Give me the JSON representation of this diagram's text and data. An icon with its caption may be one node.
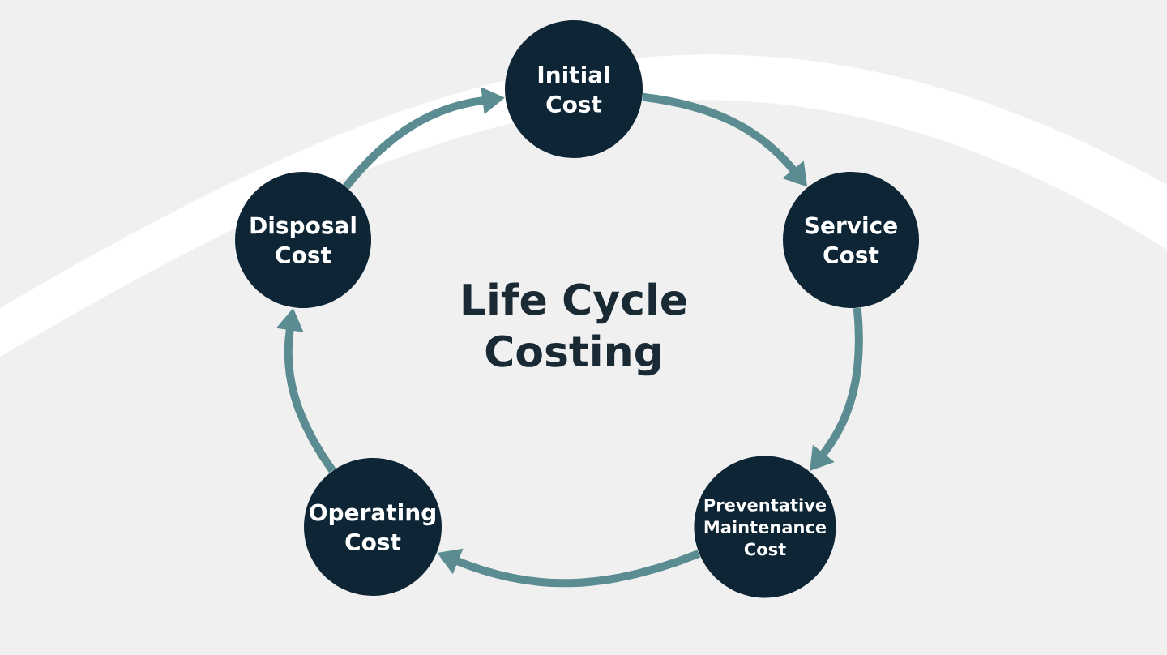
{
  "diagram": {
    "title": "Life Cycle Costing",
    "nodes": [
      {
        "text": [
          "Initial Cost"
        ]
      },
      {
        "text": [
          "Service Cost"
        ]
      },
      {
        "text": [
          "Preventative Maintenance Cost"
        ]
      },
      {
        "text": [
          "Operating Cost"
        ]
      },
      {
        "text": [
          "Disposal Cost"
        ]
      }
    ],
    "edges": [
      {
        "from": 0,
        "to": 1,
        "arrow": "to"
      },
      {
        "from": 1,
        "to": 2,
        "arrow": "to"
      },
      {
        "from": 2,
        "to": 3,
        "arrow": "to"
      },
      {
        "from": 3,
        "to": 4,
        "arrow": "to"
      },
      {
        "from": 4,
        "to": 0,
        "arrow": "to"
      }
    ]
  }
}
